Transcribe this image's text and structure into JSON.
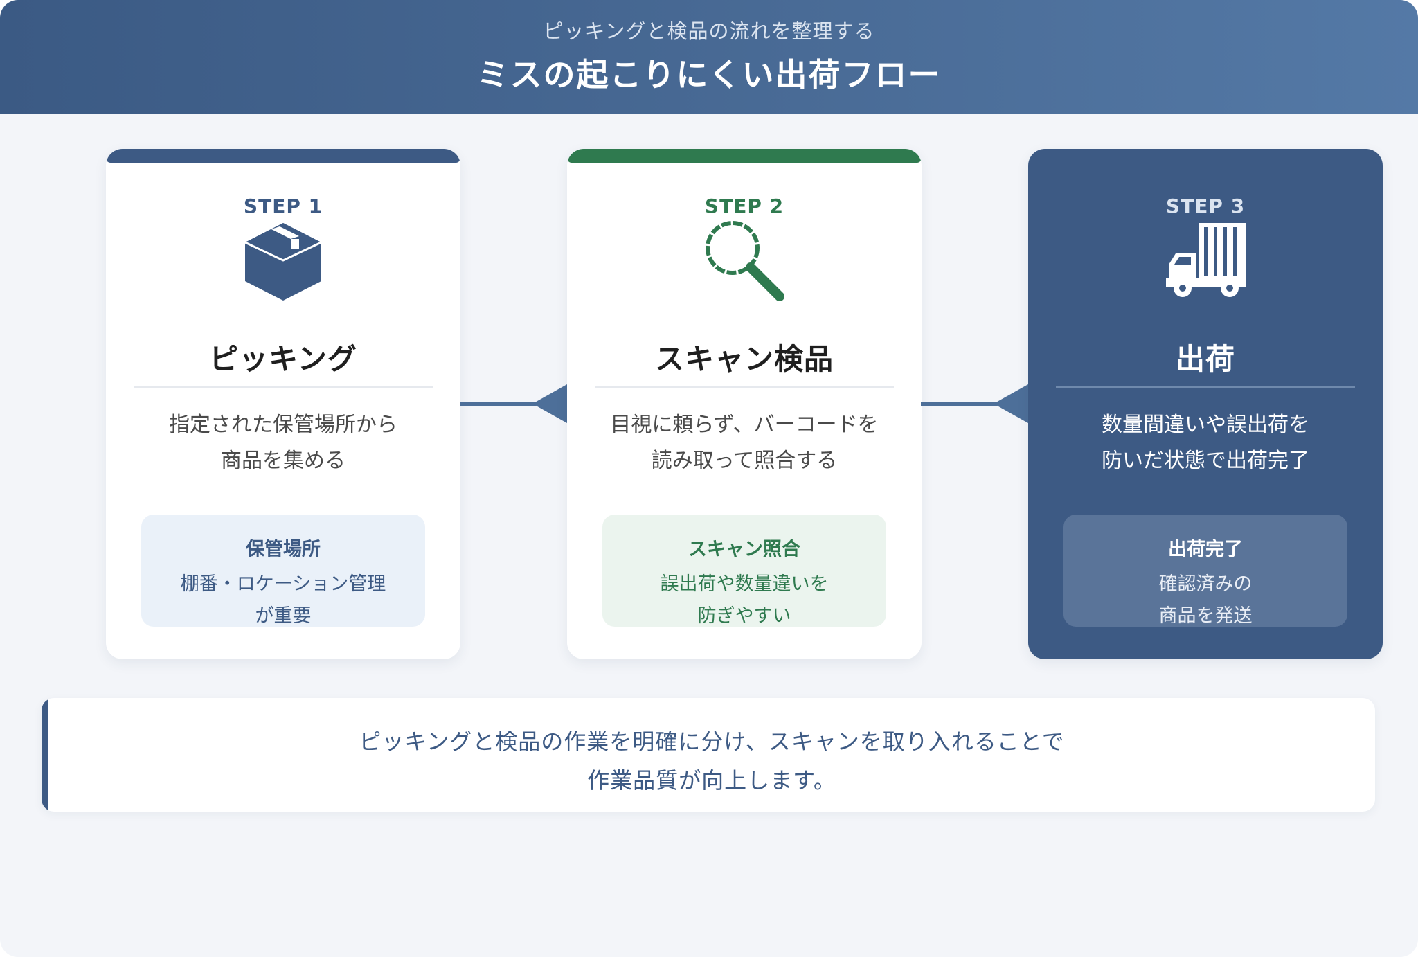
{
  "header": {
    "subtitle": "ピッキングと検品の流れを整理する",
    "title": "ミスの起こりにくい出荷フロー"
  },
  "steps": [
    {
      "step": "STEP 1",
      "icon": "box-icon",
      "name": "ピッキング",
      "desc": [
        "指定された保管場所から",
        "商品を集める"
      ],
      "note_title": "保管場所",
      "note_body": [
        "棚番・ロケーション管理",
        "が重要"
      ],
      "accent": "#3d5a84"
    },
    {
      "step": "STEP 2",
      "icon": "magnifier-icon",
      "name": "スキャン検品",
      "desc": [
        "目視に頼らず、バーコードを",
        "読み取って照合する"
      ],
      "note_title": "スキャン照合",
      "note_body": [
        "誤出荷や数量違いを",
        "防ぎやすい"
      ],
      "accent": "#2f7a4f"
    },
    {
      "step": "STEP 3",
      "icon": "truck-icon",
      "name": "出荷",
      "desc": [
        "数量間違いや誤出荷を",
        "防いだ状態で出荷完了"
      ],
      "note_title": "出荷完了",
      "note_body": [
        "確認済みの",
        "商品を発送"
      ],
      "accent": "#3d5a84"
    }
  ],
  "summary": {
    "line1": "ピッキングと検品の作業を明確に分け、スキャンを取り入れることで",
    "line2": "作業品質が向上します。"
  },
  "colors": {
    "primary": "#3d5a84",
    "green": "#2f7a4f",
    "background": "#f3f5f9"
  }
}
